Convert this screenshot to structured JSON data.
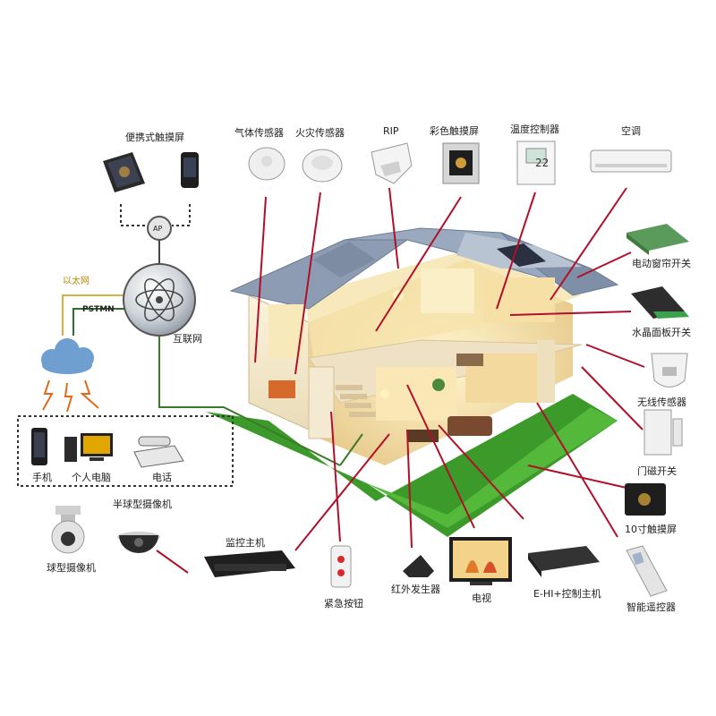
{
  "labels": {
    "portable_touch": "便携式触摸屏",
    "gas_sensor": "气体传感器",
    "fire_sensor": "火灾传感器",
    "rip": "RIP",
    "color_touch": "彩色触摸屏",
    "temp_controller": "温度控制器",
    "aircon": "空调",
    "ap": "AP",
    "ethernet": "以太网",
    "pstmn": "PSTMN",
    "internet": "互联网",
    "curtain_switch": "电动窗帘开关",
    "crystal_switch": "水晶面板开关",
    "wireless_sensor": "无线传感器",
    "door_magnet": "门磁开关",
    "phone_mobile": "手机",
    "pc": "个人电脑",
    "telephone": "电话",
    "dome_camera": "半球型摄像机",
    "ball_camera": "球型摄像机",
    "monitor_host": "监控主机",
    "emergency_button": "紧急按钮",
    "ir_generator": "红外发生器",
    "tv": "电视",
    "ehi_host": "E-HI+控制主机",
    "touch10": "10寸触摸屏",
    "smart_remote": "智能遥控器",
    "temp_display": "22"
  },
  "colors": {
    "leader": "#b0102a",
    "ethernet_line": "#d4b23c",
    "pstn_line": "#2f6b2f",
    "internet_line": "#3a7a2a",
    "dotted": "#333333",
    "cloud": "#6f9fd0",
    "lightning": "#e06a1a",
    "lawn": "#3c9a2a",
    "roof": "#8a9ab0",
    "wall": "#f3ead6",
    "wall_dark": "#e2d3b4",
    "interior": "#f7e7b8"
  }
}
